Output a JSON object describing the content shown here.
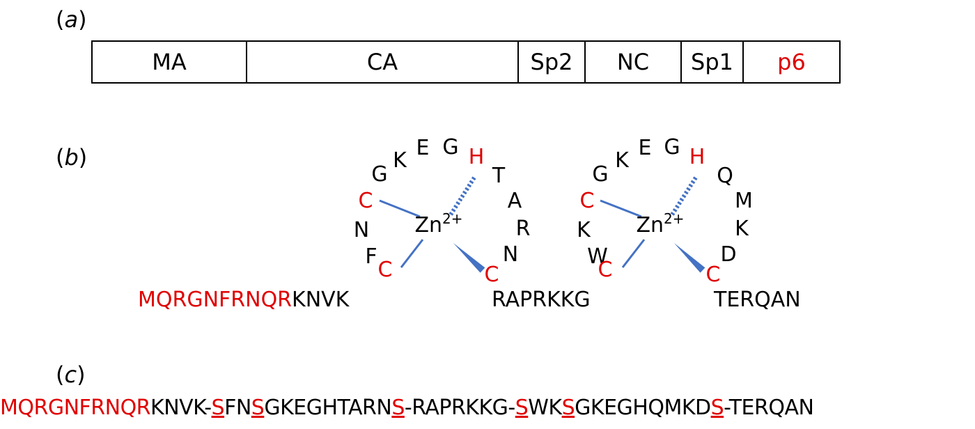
{
  "colors": {
    "text": "#000000",
    "highlight": "#e00000",
    "bond": "#4472c4"
  },
  "panels": {
    "a": "a",
    "b": "b",
    "c": "c"
  },
  "gag_bar": [
    {
      "label": "MA",
      "highlight": false
    },
    {
      "label": "CA",
      "highlight": false
    },
    {
      "label": "Sp2",
      "highlight": false
    },
    {
      "label": "NC",
      "highlight": false
    },
    {
      "label": "Sp1",
      "highlight": false
    },
    {
      "label": "p6",
      "highlight": true
    }
  ],
  "zinc_finger": {
    "ion": {
      "symbol": "Zn",
      "charge": "2+"
    },
    "finger1_letters": [
      "G",
      "K",
      "E",
      "G",
      "H",
      "T",
      "A",
      "R",
      "N",
      "C",
      "C",
      "N",
      "F",
      "C"
    ],
    "finger2_letters": [
      "G",
      "K",
      "E",
      "G",
      "H",
      "Q",
      "M",
      "K",
      "D",
      "C",
      "C",
      "K",
      "W",
      "C"
    ],
    "finger1_highlight": [
      false,
      false,
      false,
      false,
      true,
      false,
      false,
      false,
      false,
      true,
      true,
      false,
      false,
      true
    ],
    "finger2_highlight": [
      false,
      false,
      false,
      false,
      true,
      false,
      false,
      false,
      false,
      true,
      true,
      false,
      false,
      true
    ],
    "linkers": {
      "n_term_red": "MQRGNFRNQR",
      "n_term_black": "KNVK",
      "middle": "RAPRKKG",
      "c_term": "TERQAN"
    }
  },
  "sequence_c": [
    {
      "text": "MQRGNFRNQR",
      "red": true,
      "u": false
    },
    {
      "text": "KNVK-",
      "red": false,
      "u": false
    },
    {
      "text": "S",
      "red": true,
      "u": true
    },
    {
      "text": "FN",
      "red": false,
      "u": false
    },
    {
      "text": "S",
      "red": true,
      "u": true
    },
    {
      "text": "GKEGHTARN",
      "red": false,
      "u": false
    },
    {
      "text": "S",
      "red": true,
      "u": true
    },
    {
      "text": "-RAPRKKG-",
      "red": false,
      "u": false
    },
    {
      "text": "S",
      "red": true,
      "u": true
    },
    {
      "text": "WK",
      "red": false,
      "u": false
    },
    {
      "text": "S",
      "red": true,
      "u": true
    },
    {
      "text": "GKEGHQMKD",
      "red": false,
      "u": false
    },
    {
      "text": "S",
      "red": true,
      "u": true
    },
    {
      "text": "-TERQAN",
      "red": false,
      "u": false
    }
  ]
}
